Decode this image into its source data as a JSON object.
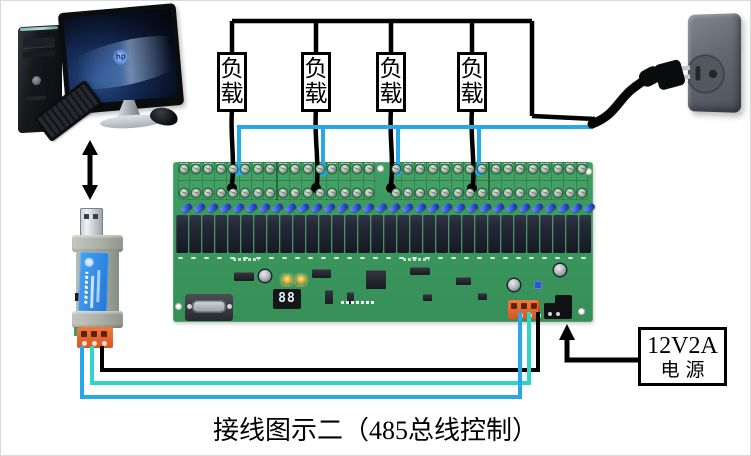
{
  "caption": "接线图示二（485总线控制）",
  "loads": [
    {
      "label": "负载"
    },
    {
      "label": "负载"
    },
    {
      "label": "负载"
    },
    {
      "label": "负载"
    }
  ],
  "power_supply_box": {
    "line1": "12V2A",
    "line2": "电源"
  },
  "computer": {
    "brand": "hp"
  },
  "seven_segment_value": "88",
  "board": {
    "relay_count": 32,
    "diode_count": 32,
    "terminal_cols_per_half": 16,
    "mark_count": 32
  },
  "colors": {
    "wire_blue": "#29a8e8",
    "wire_teal": "#2fd6c5",
    "wire_black": "#000000",
    "pcb_green": "#3f9e63",
    "relay_dark": "#20252f",
    "diode_blue": "#2b50d9",
    "terminal_orange": "#e8632e"
  }
}
